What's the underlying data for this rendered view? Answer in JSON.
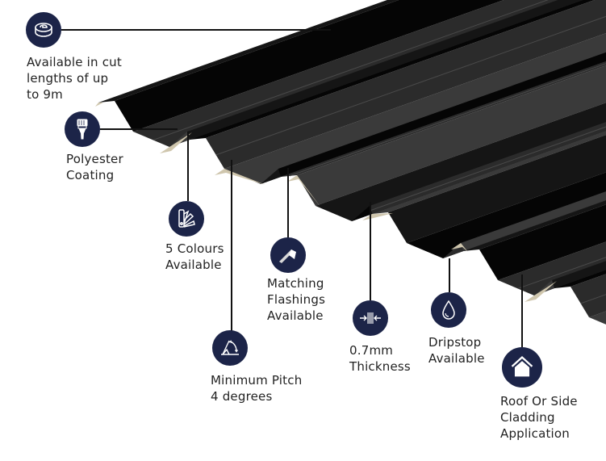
{
  "colors": {
    "icon_bg": "#1c2448",
    "icon_fg": "#ffffff",
    "sheet_dark": "#050505",
    "sheet_flat": "#2b2b2b",
    "sheet_edge": "#cfc6ad",
    "leader": "#111111"
  },
  "features": [
    {
      "id": "cut-lengths",
      "icon": "tape-measure-icon",
      "label": "Available in cut\nlengths of up\nto 9m"
    },
    {
      "id": "polyester-coating",
      "icon": "paint-brush-icon",
      "label": "Polyester\nCoating"
    },
    {
      "id": "colours",
      "icon": "colour-swatch-icon",
      "label": "5 Colours\nAvailable"
    },
    {
      "id": "flashings",
      "icon": "flashing-icon",
      "label": "Matching\nFlashings\nAvailable"
    },
    {
      "id": "pitch",
      "icon": "pitch-angle-icon",
      "label": "Minimum Pitch\n4 degrees"
    },
    {
      "id": "thickness",
      "icon": "thickness-icon",
      "label": "0.7mm\nThickness"
    },
    {
      "id": "dripstop",
      "icon": "water-drop-icon",
      "label": "Dripstop\nAvailable"
    },
    {
      "id": "cladding",
      "icon": "house-icon",
      "label": "Roof Or Side\nCladding\nApplication"
    }
  ]
}
